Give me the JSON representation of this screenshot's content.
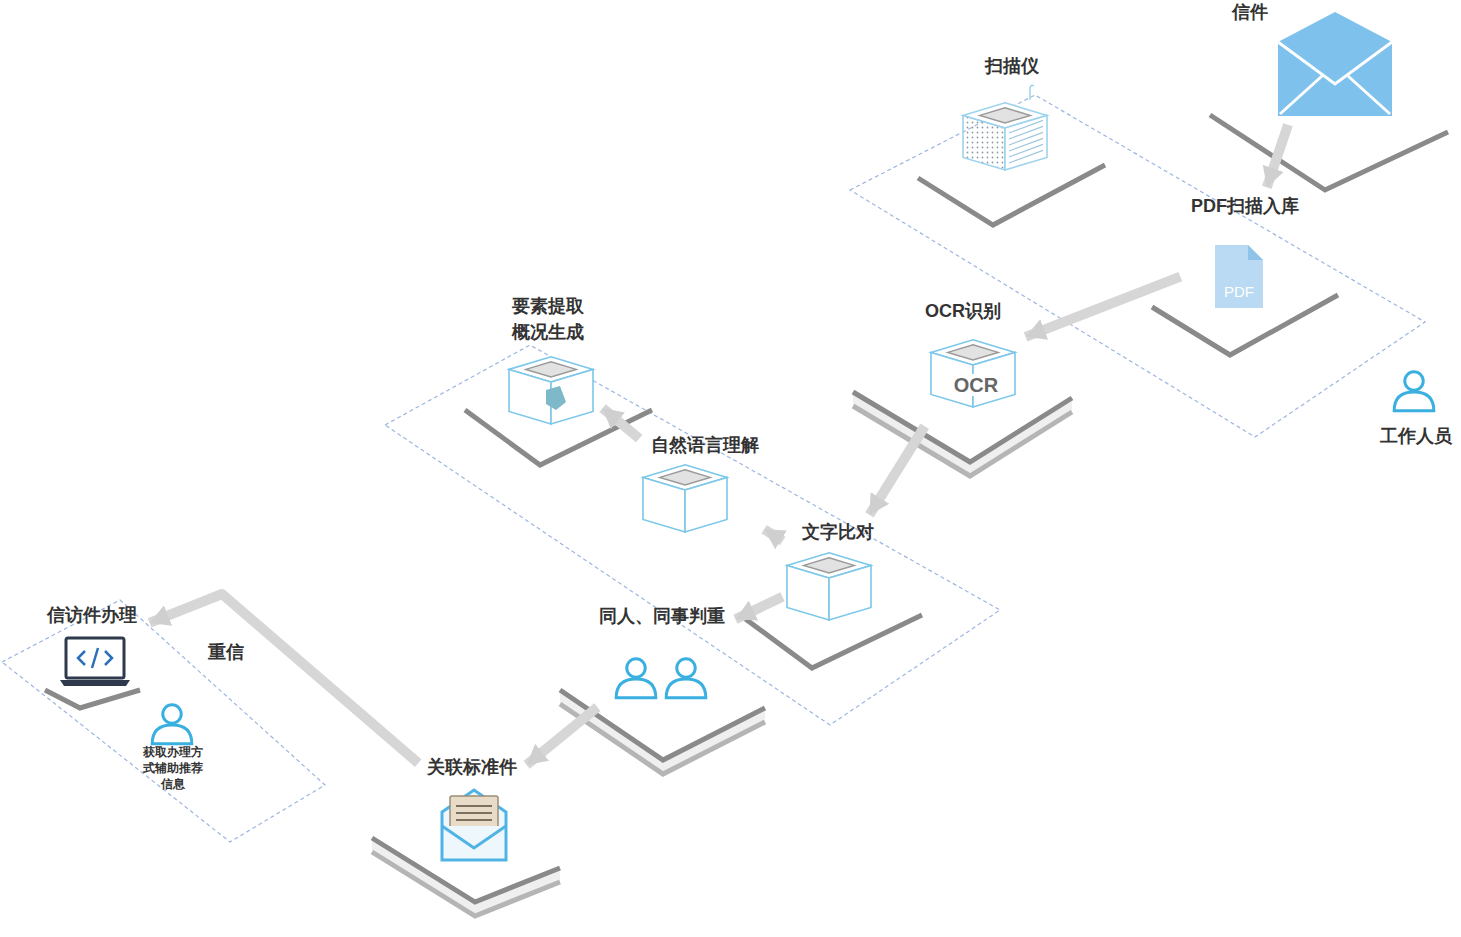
{
  "diagram": {
    "nodes": [
      {
        "text": [
          "信件"
        ]
      },
      {
        "text": [
          "扫描仪"
        ]
      },
      {
        "text": [
          "PDF扫描入库",
          "PDF"
        ]
      },
      {
        "text": [
          "工作人员"
        ]
      },
      {
        "text": [
          "OCR识别",
          "OCR"
        ]
      },
      {
        "text": [
          "要素提取 概况生成"
        ]
      },
      {
        "text": [
          "自然语言理解"
        ]
      },
      {
        "text": [
          "文字比对"
        ]
      },
      {
        "text": [
          "同人、同事判重"
        ]
      },
      {
        "text": [
          "关联标准件"
        ]
      },
      {
        "text": [
          "信访件办理"
        ]
      },
      {
        "text": [
          "获取办理方式辅助推荐信息"
        ]
      }
    ],
    "edges": [
      {
        "from": 0,
        "to": 2,
        "arrow": "to"
      },
      {
        "from": 2,
        "to": 4,
        "arrow": "to"
      },
      {
        "from": 4,
        "to": 7,
        "arrow": "to"
      },
      {
        "from": 7,
        "to": 6,
        "arrow": "to"
      },
      {
        "from": 6,
        "to": 5,
        "arrow": "to"
      },
      {
        "from": 7,
        "to": 8,
        "arrow": "to"
      },
      {
        "from": 8,
        "to": 9,
        "arrow": "to"
      },
      {
        "from": 9,
        "to": 10,
        "arrow": "to",
        "label": "重信"
      }
    ]
  }
}
